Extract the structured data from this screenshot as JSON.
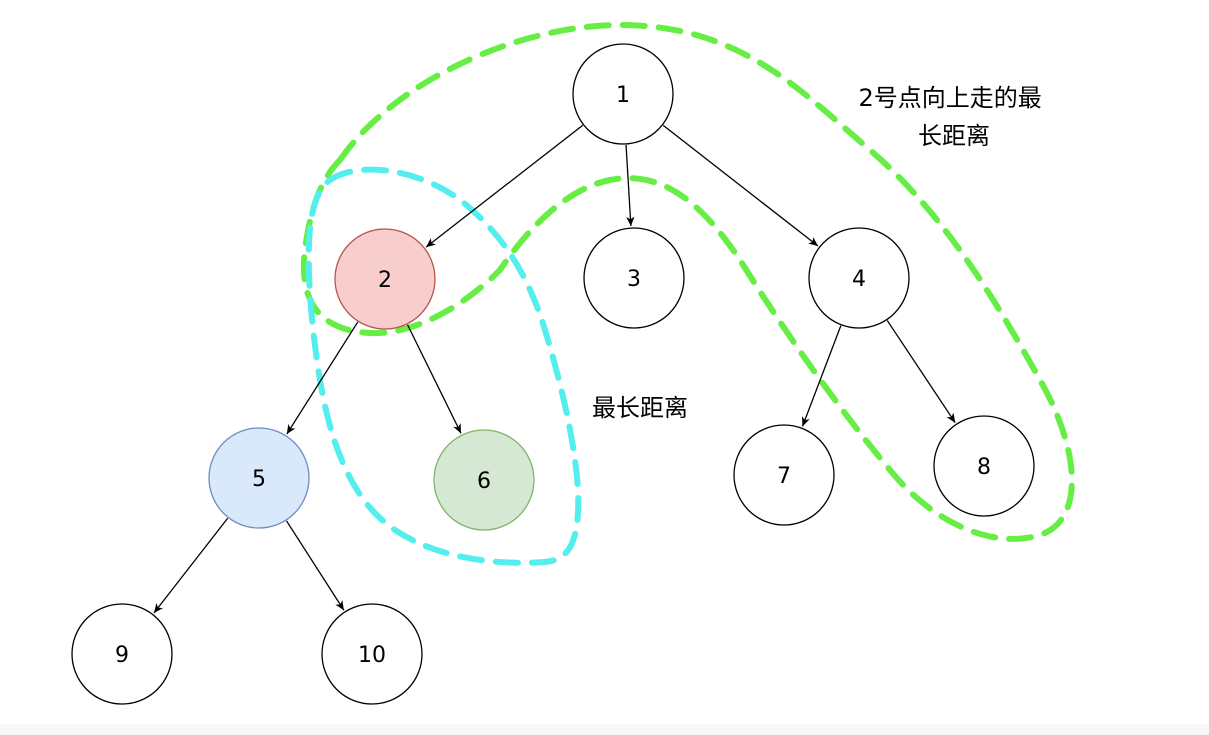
{
  "diagram": {
    "nodes": [
      {
        "id": "1",
        "label": "1",
        "fill": "#ffffff",
        "stroke": "#000000"
      },
      {
        "id": "2",
        "label": "2",
        "fill": "#f8cecc",
        "stroke": "#b85450"
      },
      {
        "id": "3",
        "label": "3",
        "fill": "#ffffff",
        "stroke": "#000000"
      },
      {
        "id": "4",
        "label": "4",
        "fill": "#ffffff",
        "stroke": "#000000"
      },
      {
        "id": "5",
        "label": "5",
        "fill": "#dae8fc",
        "stroke": "#6c8ebf"
      },
      {
        "id": "6",
        "label": "6",
        "fill": "#d5e8d4",
        "stroke": "#82b366"
      },
      {
        "id": "7",
        "label": "7",
        "fill": "#ffffff",
        "stroke": "#000000"
      },
      {
        "id": "8",
        "label": "8",
        "fill": "#ffffff",
        "stroke": "#000000"
      },
      {
        "id": "9",
        "label": "9",
        "fill": "#ffffff",
        "stroke": "#000000"
      },
      {
        "id": "10",
        "label": "10",
        "fill": "#ffffff",
        "stroke": "#000000"
      }
    ],
    "edges": [
      {
        "from": "1",
        "to": "2"
      },
      {
        "from": "1",
        "to": "3"
      },
      {
        "from": "1",
        "to": "4"
      },
      {
        "from": "2",
        "to": "5"
      },
      {
        "from": "2",
        "to": "6"
      },
      {
        "from": "4",
        "to": "7"
      },
      {
        "from": "4",
        "to": "8"
      },
      {
        "from": "5",
        "to": "9"
      },
      {
        "from": "5",
        "to": "10"
      }
    ],
    "annotations": {
      "up_path_line1": "2号点向上走的最",
      "up_path_line2": "长距离",
      "down_path": "最长距离"
    },
    "colors": {
      "green_dash": "#66ee44",
      "cyan_dash": "#55eeee",
      "edge": "#000000"
    }
  }
}
